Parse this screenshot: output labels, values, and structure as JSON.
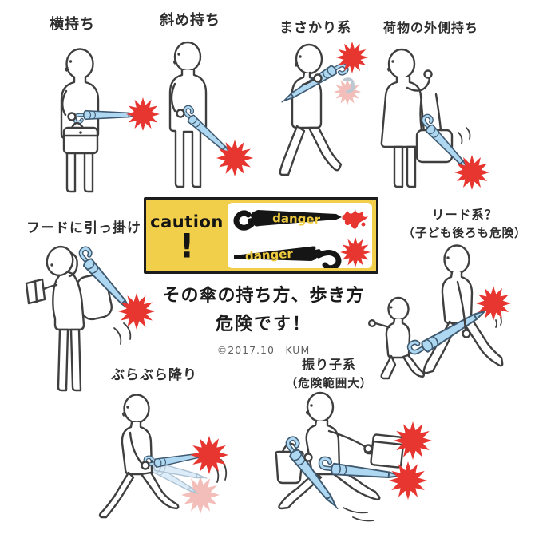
{
  "poster": {
    "description": "傘の危険な持ち方・歩き方の注意イラスト"
  },
  "scenes": [
    {
      "label": "横持ち"
    },
    {
      "label": "斜め持ち"
    },
    {
      "label": "まさかり系"
    },
    {
      "label": "荷物の外側持ち"
    },
    {
      "label": "フードに引っ掛け"
    },
    {
      "label": "リード系？",
      "sub": "（子ども後ろも危険）"
    },
    {
      "label": "ぶらぶら降り"
    },
    {
      "label": "振り子系",
      "sub": "（危険範囲大）"
    }
  ],
  "caution": {
    "word": "caution",
    "mark": "!",
    "danger1": "danger",
    "danger2": "danger"
  },
  "headline": {
    "line1": "その傘の持ち方、歩き方",
    "line2": "危険です！",
    "credit": "©2017.10　KUM"
  },
  "colors": {
    "umbrella": "#aed7f1",
    "impact": "#e73530",
    "impact_pale": "#f3beba",
    "caution_bg": "#f2cf4a",
    "ink": "#3f3f3f"
  }
}
